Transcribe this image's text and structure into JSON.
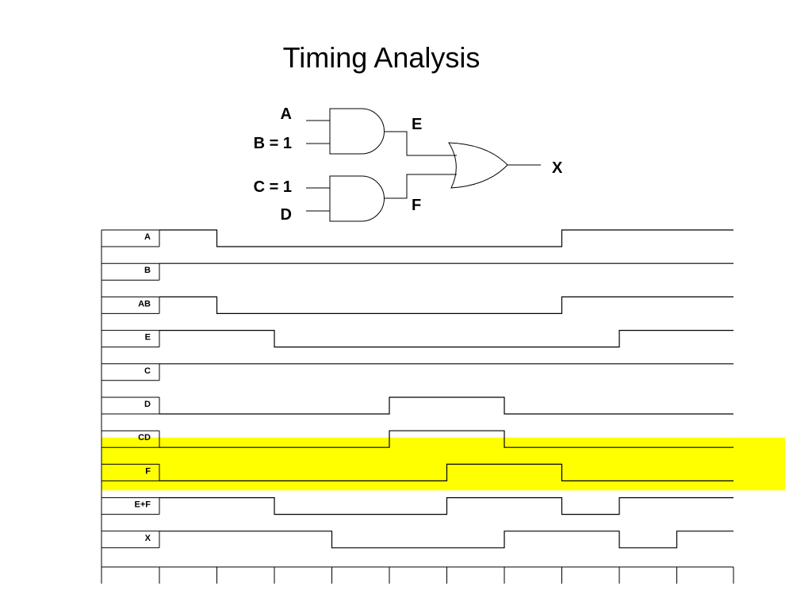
{
  "title": "Timing Analysis",
  "gate_labels": {
    "a": "A",
    "b": "B = 1",
    "c": "C = 1",
    "d": "D",
    "e": "E",
    "f": "F",
    "x": "X"
  },
  "colors": {
    "highlight": "#ffff00",
    "stroke": "#000000"
  },
  "timing": {
    "time_slots": 10,
    "signals": [
      {
        "name": "A",
        "levels": [
          1,
          0,
          0,
          0,
          0,
          0,
          0,
          1,
          1,
          1
        ],
        "highlight": false
      },
      {
        "name": "B",
        "levels": [
          1,
          1,
          1,
          1,
          1,
          1,
          1,
          1,
          1,
          1
        ],
        "highlight": false
      },
      {
        "name": "AB",
        "levels": [
          1,
          0,
          0,
          0,
          0,
          0,
          0,
          1,
          1,
          1
        ],
        "highlight": false
      },
      {
        "name": "E",
        "levels": [
          1,
          1,
          0,
          0,
          0,
          0,
          0,
          0,
          1,
          1
        ],
        "highlight": false
      },
      {
        "name": "C",
        "levels": [
          1,
          1,
          1,
          1,
          1,
          1,
          1,
          1,
          1,
          1
        ],
        "highlight": false
      },
      {
        "name": "D",
        "levels": [
          0,
          0,
          0,
          0,
          1,
          1,
          0,
          0,
          0,
          0
        ],
        "highlight": false
      },
      {
        "name": "CD",
        "levels": [
          0,
          0,
          0,
          0,
          1,
          1,
          0,
          0,
          0,
          0
        ],
        "highlight": true
      },
      {
        "name": "F",
        "levels": [
          0,
          0,
          0,
          0,
          0,
          1,
          1,
          0,
          0,
          0
        ],
        "highlight": true
      },
      {
        "name": "E+F",
        "levels": [
          1,
          1,
          0,
          0,
          0,
          1,
          1,
          0,
          1,
          1
        ],
        "highlight": false
      },
      {
        "name": "X",
        "levels": [
          1,
          1,
          1,
          0,
          0,
          0,
          1,
          1,
          0,
          1
        ],
        "highlight": false
      }
    ]
  }
}
